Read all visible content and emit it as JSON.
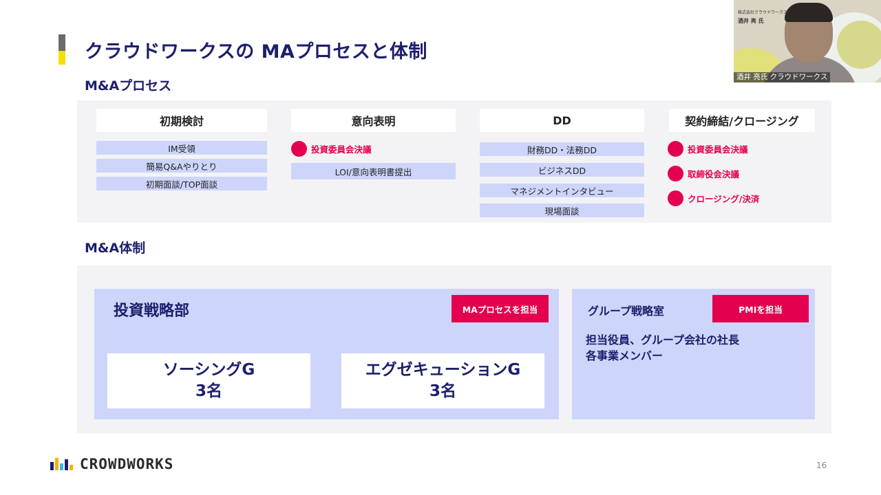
{
  "slide": {
    "title": "クラウドワークスの MAプロセスと体制",
    "page_number": "16"
  },
  "process": {
    "section_title": "M&Aプロセス",
    "columns": [
      {
        "heading": "初期検討",
        "steps": [
          "IM受領",
          "簡易Q&Aやりとり",
          "初期面談/TOP面談"
        ]
      },
      {
        "heading": "意向表明",
        "decisions": [
          "投資委員会決議"
        ],
        "steps": [
          "LOI/意向表明書提出"
        ]
      },
      {
        "heading": "DD",
        "steps": [
          "財務DD・法務DD",
          "ビジネスDD",
          "マネジメントインタビュー",
          "現場面談"
        ]
      },
      {
        "heading": "契約締結/クロージング",
        "decisions": [
          "投資委員会決議",
          "取締役会決議",
          "クロージング/決済"
        ]
      }
    ]
  },
  "organization": {
    "section_title": "M&A体制",
    "investment_dept": {
      "name": "投資戦略部",
      "role": "MAプロセスを担当",
      "teams": [
        {
          "name": "ソーシングG",
          "size": "3名"
        },
        {
          "name": "エグゼキューションG",
          "size": "3名"
        }
      ]
    },
    "group_strategy": {
      "name": "グループ戦略室",
      "role": "PMIを担当",
      "members": [
        "担当役員、グループ会社の社長",
        "各事業メンバー"
      ]
    }
  },
  "footer": {
    "logo_text": "CROWDWORKS"
  },
  "video": {
    "speaker_label": "酒井 亮氏 クラウドワークス",
    "card_company": "株式会社クラウドワークス",
    "card_name": "酒井 亮 氏"
  },
  "colors": {
    "navy": "#1c1f6b",
    "magenta": "#e5004f",
    "lavender": "#cdd5fa",
    "panel_gray": "#f3f3f6",
    "accent_yellow": "#f4e100"
  }
}
